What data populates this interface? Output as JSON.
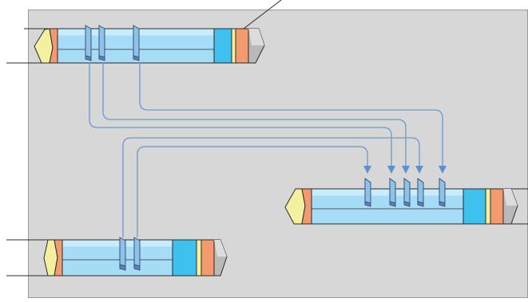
{
  "colors": {
    "page_background": "#ffffff",
    "panel_background": "#d7d7d7",
    "panel_border": "#9a9a9a",
    "outline": "#2b2b2b",
    "tape_light_blue": "#a7dcf7",
    "tape_light_blue_top": "#c8ecfb",
    "tape_bright_blue": "#3ec1ef",
    "tape_yellow": "#f5f0a0",
    "tape_orange": "#f39a6f",
    "tape_gray_end": "#b9b9b9",
    "tape_gray_end_light": "#dcdcdc",
    "marker_fill": "#8cc3ea",
    "marker_edge": "#3f4f73",
    "connector_line": "#6a98cf",
    "arrowhead": "#5d8ed0"
  },
  "diagram": {
    "description_elements": [
      "source-tape-top",
      "target-tape-middle-right",
      "source-tape-bottom",
      "connector-arrows",
      "leader-line"
    ],
    "top_tape_markers": 3,
    "bottom_tape_markers": 2,
    "target_tape_markers": 5
  }
}
